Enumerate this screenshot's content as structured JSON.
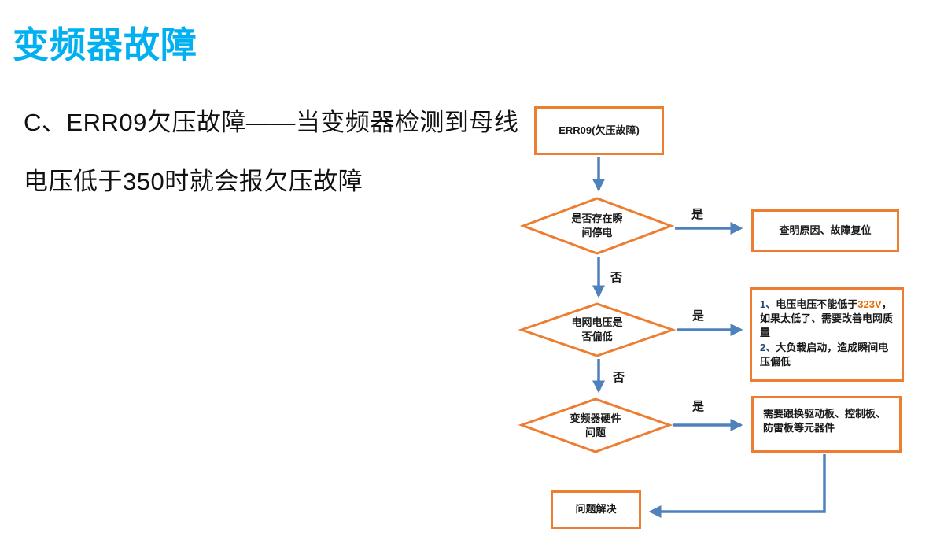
{
  "page": {
    "title": "变频器故障"
  },
  "intro": {
    "line1": "C、ERR09欠压故障——当变频器检测到母线",
    "line2": "电压低于350时就会报欠压故障"
  },
  "colors": {
    "title_blue": "#00B0F0",
    "node_border_orange": "#ED7D31",
    "connector_blue": "#4F81BD",
    "highlight_orange": "#E36C09",
    "list_number_blue": "#1F497D"
  },
  "flowchart": {
    "start": "ERR09(欠压故障)",
    "decision1": "是否存在瞬\n间停电",
    "yes1": "是",
    "no1": "否",
    "box_check": "查明原因、故障复位",
    "decision2": "电网电压是\n否偏低",
    "yes2": "是",
    "no2": "否",
    "advice1": {
      "num": "1、",
      "pre": "电压电压不能低于",
      "highlight": "323V",
      "post": "，如果太低了、需要改善电网质量"
    },
    "advice2": {
      "num": "2、",
      "text": "大负载启动，造成瞬间电压偏低"
    },
    "decision3": "变频器硬件\n问题",
    "yes3": "是",
    "box_replace": "需要跟换驱动板、控制板、防雷板等元器件",
    "box_resolved": "问题解决"
  }
}
